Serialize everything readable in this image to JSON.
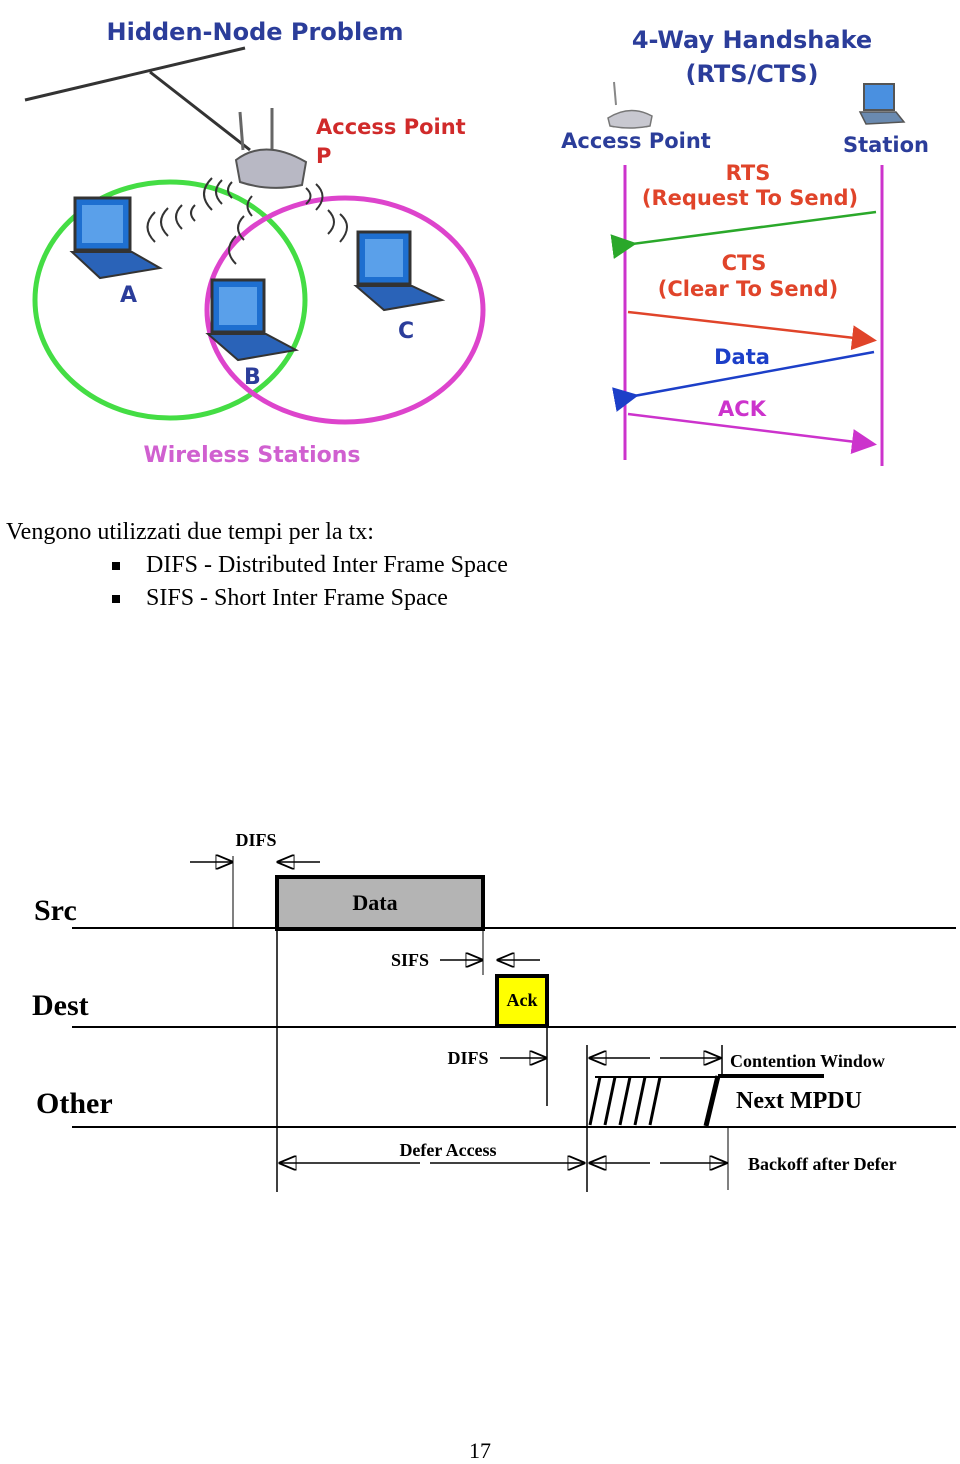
{
  "hidden_node": {
    "title": "Hidden-Node Problem",
    "ap_label": "Access Point",
    "ap_letter": "P",
    "station_a": "A",
    "station_b": "B",
    "station_c": "C",
    "footer": "Wireless Stations",
    "colors": {
      "green": "#44dd44",
      "magenta": "#dd44cc",
      "title": "#2b3d9a"
    }
  },
  "handshake": {
    "title_line1": "4-Way Handshake",
    "title_line2": "(RTS/CTS)",
    "left_label": "Access Point",
    "right_label": "Station",
    "rts_line1": "RTS",
    "rts_line2": "(Request To Send)",
    "cts_line1": "CTS",
    "cts_line2": "(Clear To Send)",
    "data_label": "Data",
    "ack_label": "ACK",
    "colors": {
      "rts": "#2aa82a",
      "cts": "#e0442a",
      "data": "#1c3fc8",
      "ack": "#cc33cc"
    }
  },
  "body_text": {
    "intro": "Vengono utilizzati due tempi per la tx:",
    "bullets": [
      "DIFS - Distributed Inter Frame Space",
      "SIFS - Short Inter Frame Space"
    ]
  },
  "timing_diagram": {
    "rows": {
      "src": "Src",
      "dest": "Dest",
      "other": "Other"
    },
    "difs_top": "DIFS",
    "data_frame": "Data",
    "sifs": "SIFS",
    "ack_frame": "Ack",
    "difs_other": "DIFS",
    "contention_window": "Contention Window",
    "next_mpdu": "Next MPDU",
    "defer_access": "Defer Access",
    "backoff": "Backoff after Defer",
    "colors": {
      "data_fill": "#b4b4b4",
      "ack_fill": "#ffff00"
    }
  },
  "page_number": "17"
}
